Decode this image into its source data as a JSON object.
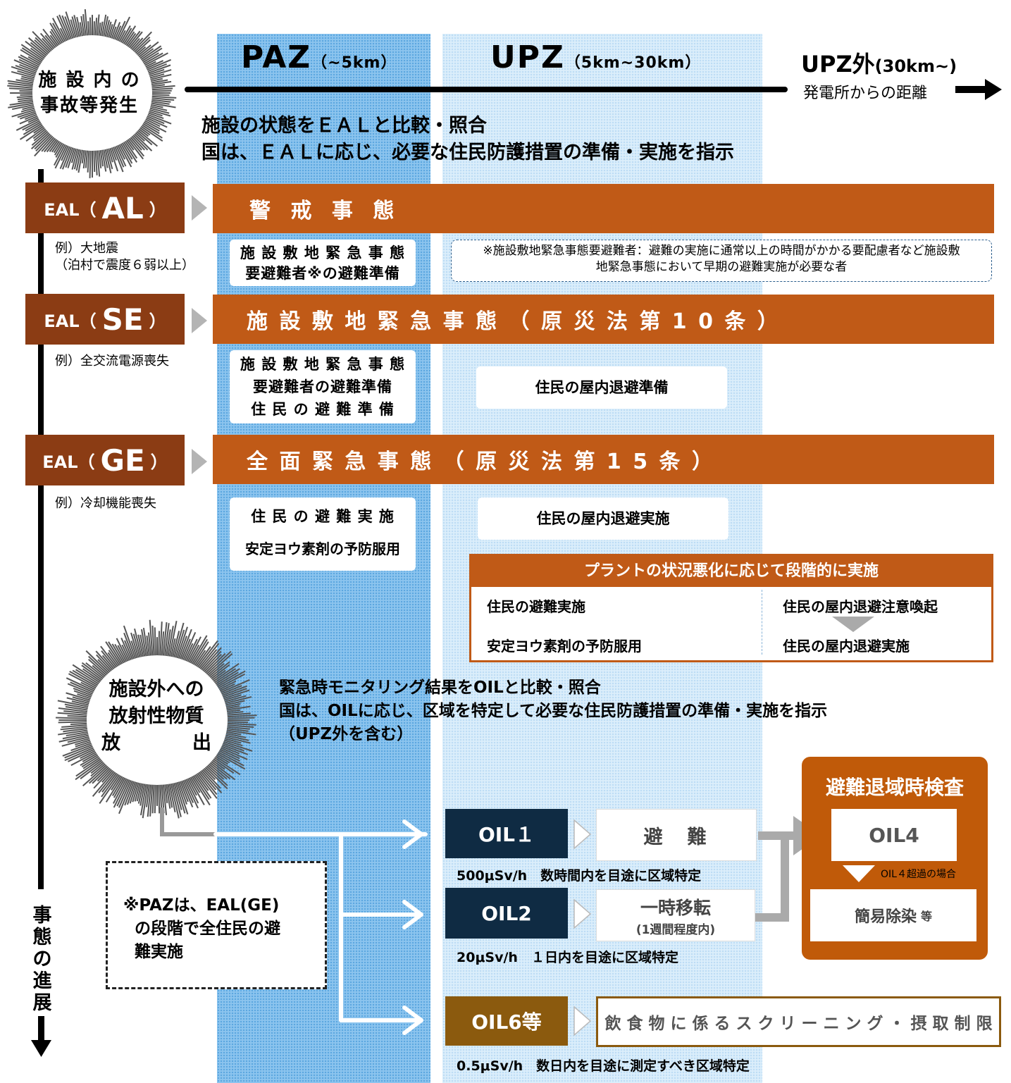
{
  "burst_top": {
    "line1": "施 設 内 の",
    "line2": "事故等発生"
  },
  "zones": {
    "paz_main": "PAZ",
    "paz_sub": "（~5km）",
    "upz_main": "UPZ",
    "upz_sub": "（5km~30km）",
    "outside_main": "UPZ外",
    "outside_sub": "(30km~)",
    "distance_label": "発電所からの距離"
  },
  "header_text": {
    "line1": "施設の状態をＥＡＬと比較・照合",
    "line2": "国は、ＥＡＬに応じ、必要な住民防護措置の準備・実施を指示"
  },
  "eal": [
    {
      "prefix": "EAL（",
      "key": "AL",
      "suffix": "）",
      "band": "警 戒 事 態",
      "example_1": "例）大地震",
      "example_2": "（泊村で震度６弱以上）"
    },
    {
      "prefix": "EAL（",
      "key": "SE",
      "suffix": "）",
      "band": "施 設 敷 地 緊 急 事 態 （ 原 災 法 第 1 0 条 ）",
      "example_1": "例）全交流電源喪失"
    },
    {
      "prefix": "EAL（",
      "key": "GE",
      "suffix": "）",
      "band": "全 面 緊 急 事 態 （ 原 災 法 第 1 5 条 ）",
      "example_1": "例）冷却機能喪失"
    }
  ],
  "al_paz_box": {
    "line1": "施 設 敷 地 緊 急 事 態",
    "line2": "要避難者※の避難準備"
  },
  "note": {
    "line1": "※施設敷地緊急事態要避難者：避難の実施に通常以上の時間がかかる要配慮者など施設敷",
    "line2": "地緊急事態において早期の避難実施が必要な者"
  },
  "se_paz_box": {
    "line1": "施 設 敷 地 緊 急 事 態",
    "line2": "要避難者の避難準備",
    "line3": "住 民 の 避 難 準 備"
  },
  "se_upz_box": "住民の屋内退避準備",
  "ge_paz_box": {
    "line1": "住 民 の 避 難 実 施",
    "line2": "安定ヨウ素剤の予防服用"
  },
  "ge_upz_box": "住民の屋内退避実施",
  "staged": {
    "title": "プラントの状況悪化に応じて段階的に実施",
    "left_1": "住民の避難実施",
    "left_2": "安定ヨウ素剤の予防服用",
    "right_1": "住民の屋内退避注意喚起",
    "right_2": "住民の屋内退避実施"
  },
  "burst_release": {
    "line1": "施設外への",
    "line2": "放射性物質",
    "line3a": "放",
    "line3b": "出"
  },
  "oil_text": {
    "line1": "緊急時モニタリング結果をOILと比較・照合",
    "line2": "国は、OILに応じ、区域を特定して必要な住民防護措置の準備・実施を指示",
    "line3": "（UPZ外を含む）"
  },
  "paz_note": {
    "line1": "※PAZは、EAL(GE)",
    "line2": "の段階で全住民の避",
    "line3": "難実施"
  },
  "oils": [
    {
      "label": "OIL１",
      "action": "避　難",
      "sub": "",
      "criteria": "500μSv/h　数時間内を目途に区域特定"
    },
    {
      "label": "OIL2",
      "action": "一時移転",
      "sub": "(1週間程度内)",
      "criteria": "20μSv/h　１日内を目途に区域特定"
    },
    {
      "label": "OIL6等",
      "action": "飲 食 物 に 係 る ス ク リ ー ニ ン グ ・ 摂 取 制 限",
      "sub": "",
      "criteria": "0.5μSv/h　数日内を目途に測定すべき区域特定"
    }
  ],
  "inspection": {
    "title": "避難退域時検査",
    "oil4": "OIL4",
    "exceed": "OIL４超過の場合",
    "decon": "簡易除染",
    "decon_suffix": "等"
  },
  "progress": "事態の進展",
  "colors": {
    "paz": "#8cc4ee",
    "upz": "#dbeefb",
    "band": "#c05a17",
    "eal": "#8b3c14",
    "oil": "#0f2b43",
    "oil6": "#8b5a0e",
    "inspection": "#c05a09"
  }
}
